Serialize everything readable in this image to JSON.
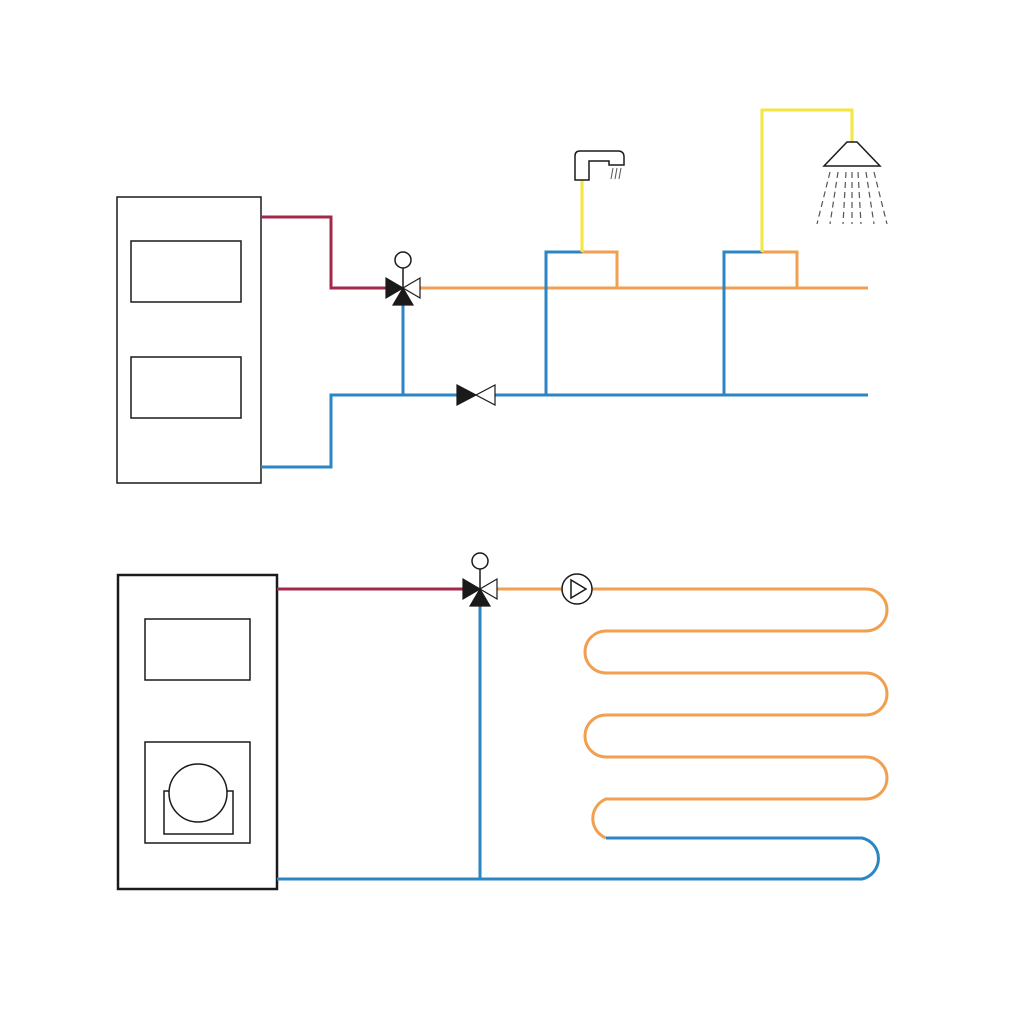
{
  "colors": {
    "supply_hot": "#a3284a",
    "mixed_warm": "#f0a050",
    "return_cold": "#2c86c4",
    "domestic_water": "#f2e640",
    "outline": "#1a1a1a"
  },
  "icons": [
    "boiler-unit",
    "storage-tank-unit",
    "three-way-mixing-valve",
    "two-way-valve",
    "circulation-pump",
    "faucet",
    "shower-head",
    "underfloor-heating-loop"
  ]
}
